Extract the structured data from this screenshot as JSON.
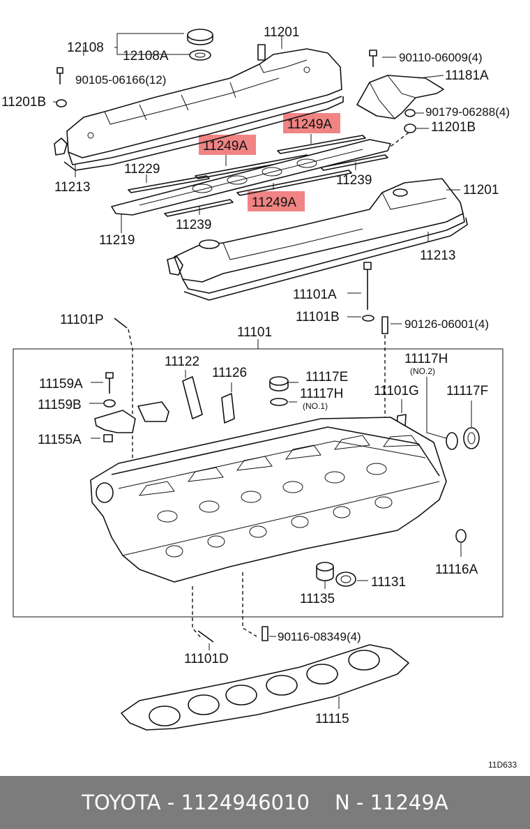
{
  "labels": {
    "p12108": "12108",
    "p12108A": "12108A",
    "p11201_top": "11201",
    "p90110": "90110-06009(4)",
    "p90105": "90105-06166(12)",
    "p11181A": "11181A",
    "p11201B_left": "11201B",
    "p90179": "90179-06288(4)",
    "p11249A_1": "11249A",
    "p11249A_2": "11249A",
    "p11249A_3": "11249A",
    "p11201B_right": "11201B",
    "p11229": "11229",
    "p11213_left": "11213",
    "p11239_right": "11239",
    "p11201_right": "11201",
    "p11239_left": "11239",
    "p11219": "11219",
    "p11213_right": "11213",
    "p11101A": "11101A",
    "p11101B": "11101B",
    "p11101P": "11101P",
    "p90126": "90126-06001(4)",
    "p11101": "11101",
    "p11117H_no2": "11117H",
    "no2": "(NO.2)",
    "p11122": "11122",
    "p11126": "11126",
    "p11117E": "11117E",
    "p11159A": "11159A",
    "p11117H_no1": "11117H",
    "no1": "(NO.1)",
    "p11101G": "11101G",
    "p11117F": "11117F",
    "p11159B": "11159B",
    "p11155A": "11155A",
    "p11116A": "11116A",
    "p11131": "11131",
    "p11135": "11135",
    "p90116": "90116-08349(4)",
    "p11101D": "11101D",
    "p11115": "11115",
    "diagram_code": "11D633"
  },
  "colors": {
    "highlight": "#f08484",
    "footer_bg": "#7c7c7c"
  },
  "footer": {
    "brand_part": "TOYOTA - 1124946010",
    "ref": "N - 11249A"
  }
}
